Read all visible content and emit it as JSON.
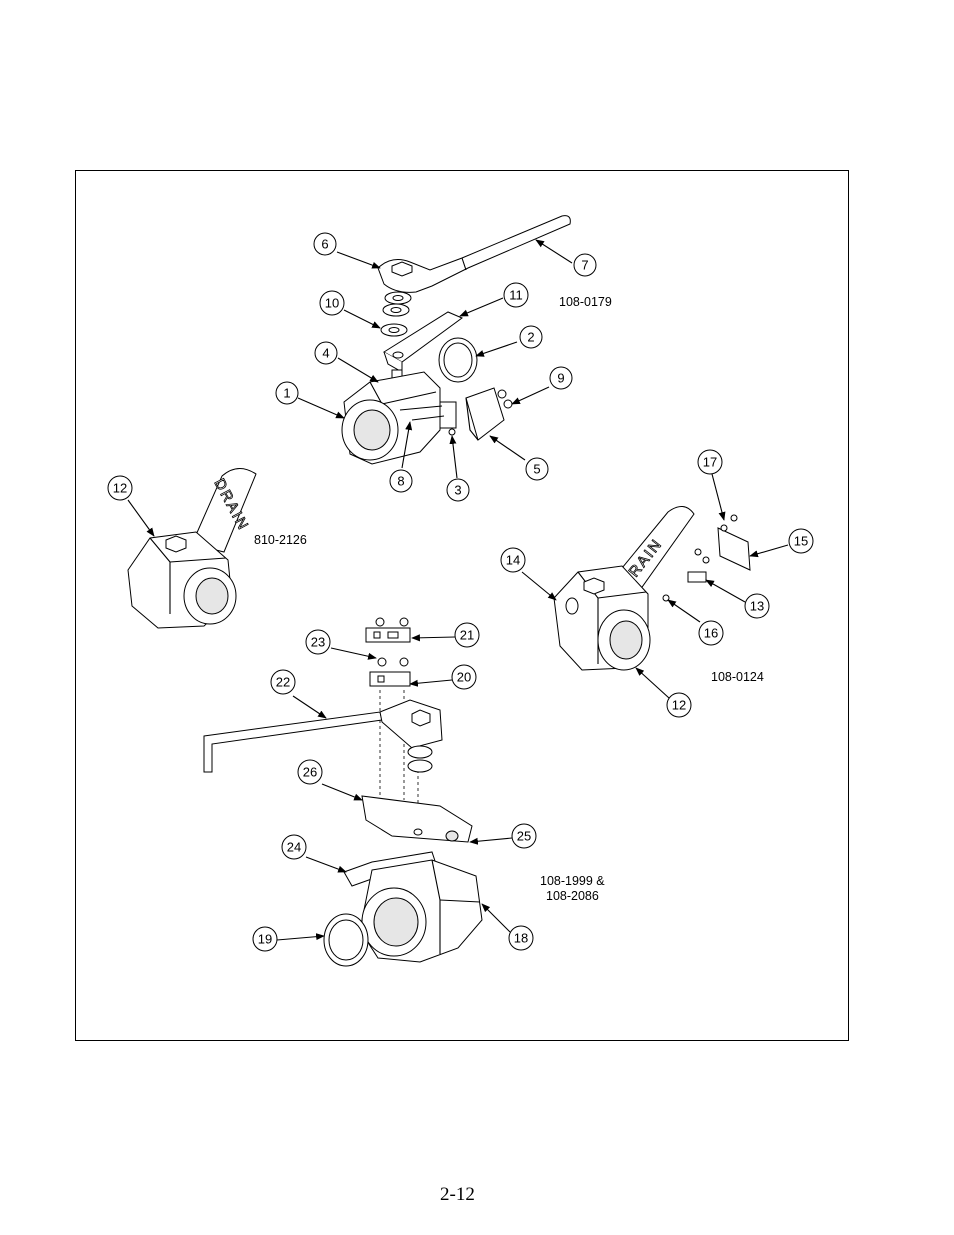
{
  "page_number": "2-12",
  "models": {
    "top": "108-0179",
    "left": "810-2126",
    "right": "108-0124",
    "bottom_line1": "108-1999 &",
    "bottom_line2": "108-2086"
  },
  "handle_text": "DRAIN",
  "callouts": {
    "c1": "1",
    "c2": "2",
    "c3": "3",
    "c4": "4",
    "c5": "5",
    "c6": "6",
    "c7": "7",
    "c8": "8",
    "c9": "9",
    "c10": "10",
    "c11": "11",
    "c12a": "12",
    "c12b": "12",
    "c13": "13",
    "c14": "14",
    "c15": "15",
    "c16": "16",
    "c17": "17",
    "c18": "18",
    "c19": "19",
    "c20": "20",
    "c21": "21",
    "c22": "22",
    "c23": "23",
    "c24": "24",
    "c25": "25",
    "c26": "26"
  }
}
